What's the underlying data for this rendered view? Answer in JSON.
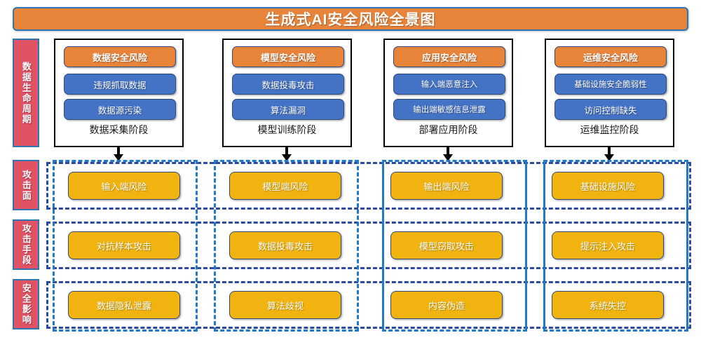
{
  "title": "生成式AI安全风险全景图",
  "theme": {
    "title_bg": "#E8833A",
    "title_border": "#2E75B6",
    "rail_bg": "#E05264",
    "header_pill": "#E8833A",
    "item_pill": "#4472C4",
    "cell_bg": "#F0B310",
    "dash_row": "#2E4A9E",
    "dash_col": "#1F7AC9"
  },
  "rails": [
    {
      "label": "数据生命周期"
    },
    {
      "label": "攻击面"
    },
    {
      "label": "攻击手段"
    },
    {
      "label": "安全影响"
    }
  ],
  "lifecycle": [
    {
      "header": "数据安全风险",
      "items": [
        "违规抓取数据",
        "数据源污染"
      ],
      "caption": "数据采集阶段"
    },
    {
      "header": "模型安全风险",
      "items": [
        "数据投毒攻击",
        "算法漏洞"
      ],
      "caption": "模型训练阶段"
    },
    {
      "header": "应用安全风险",
      "items": [
        "输入端恶意注入",
        "输出端敏感信息泄露"
      ],
      "caption": "部署应用阶段"
    },
    {
      "header": "运维安全风险",
      "items": [
        "基础设施安全脆弱性",
        "访问控制缺失"
      ],
      "caption": "运维监控阶段"
    }
  ],
  "matrix": {
    "rows": [
      {
        "name": "攻击面",
        "cells": [
          "输入端风险",
          "模型端风险",
          "输出端风险",
          "基础设施风险"
        ]
      },
      {
        "name": "攻击手段",
        "cells": [
          "对抗样本攻击",
          "数据投毒攻击",
          "模型窃取攻击",
          "提示注入攻击"
        ]
      },
      {
        "name": "安全影响",
        "cells": [
          "数据隐私泄露",
          "算法歧视",
          "内容伪造",
          "系统失控"
        ]
      }
    ]
  }
}
